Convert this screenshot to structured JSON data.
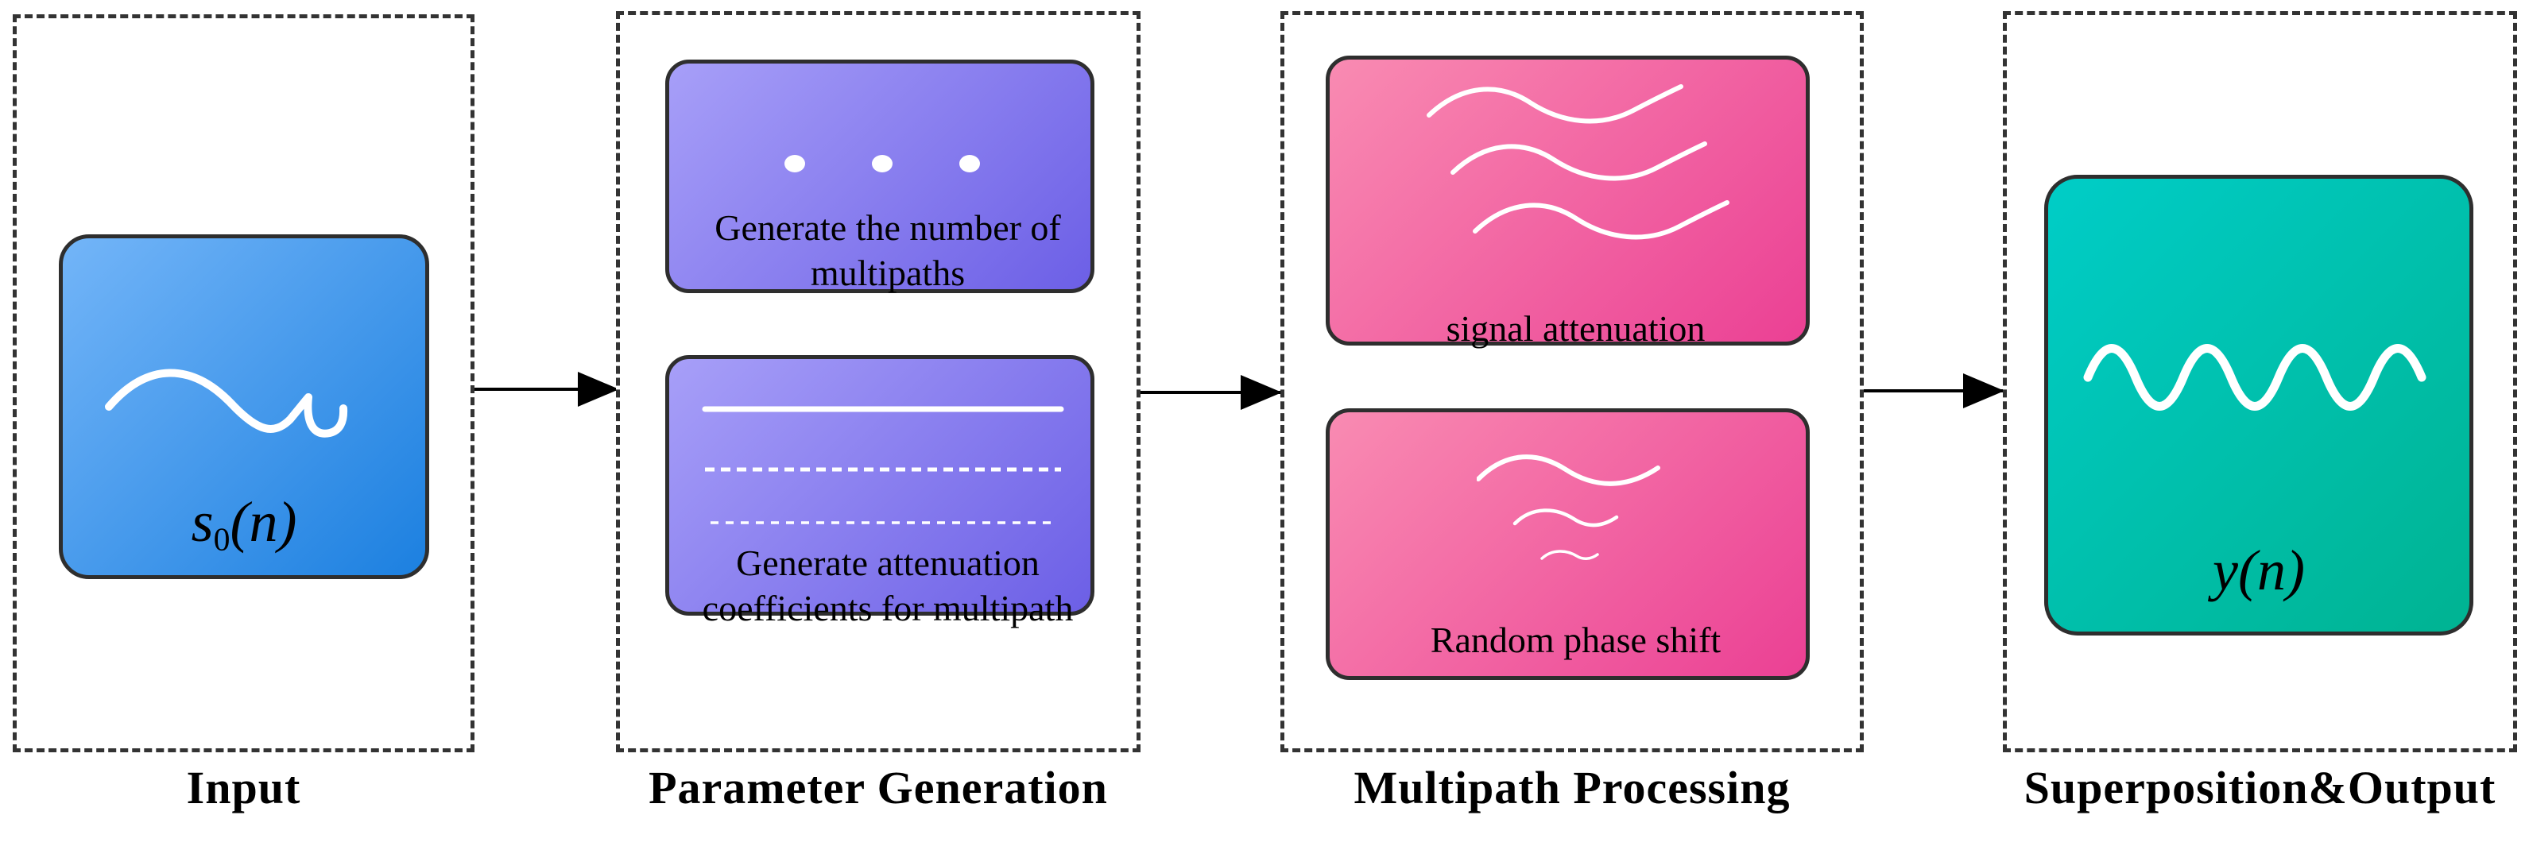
{
  "stages": {
    "input": {
      "label": "Input",
      "node": {
        "sym_base": "s",
        "sym_sub": "0",
        "sym_args": "(n)",
        "icon": "input-wave-icon"
      }
    },
    "parameter_generation": {
      "label": "Parameter Generation",
      "box1": {
        "text": "Generate the number of multipaths",
        "icon": "ellipsis-dots-icon"
      },
      "box2": {
        "text": "Generate attenuation coefficients for multipath",
        "icon": "coefficient-lines-icon"
      }
    },
    "multipath_processing": {
      "label": "Multipath Processing",
      "box1": {
        "text": "signal attenuation",
        "icon": "attenuation-waves-icon"
      },
      "box2": {
        "text": "Random phase shift",
        "icon": "phase-shift-waves-icon"
      }
    },
    "superposition_output": {
      "label": "Superposition&Output",
      "node": {
        "sym_base": "y",
        "sym_args": "(n)",
        "icon": "output-sine-icon"
      }
    }
  },
  "colors": {
    "panel_border": "#333333",
    "node_border": "#2e2e2e",
    "arrow": "#000000",
    "text": "#000000",
    "input_node_gradient": [
      "#73b5f8",
      "#1c80e0"
    ],
    "parameter_node_gradient": [
      "#a79ff8",
      "#6c5fe6"
    ],
    "multipath_node_gradient": [
      "#f98bb2",
      "#eb4094"
    ],
    "output_node_gradient": [
      "#00cdc7",
      "#00b392"
    ]
  }
}
